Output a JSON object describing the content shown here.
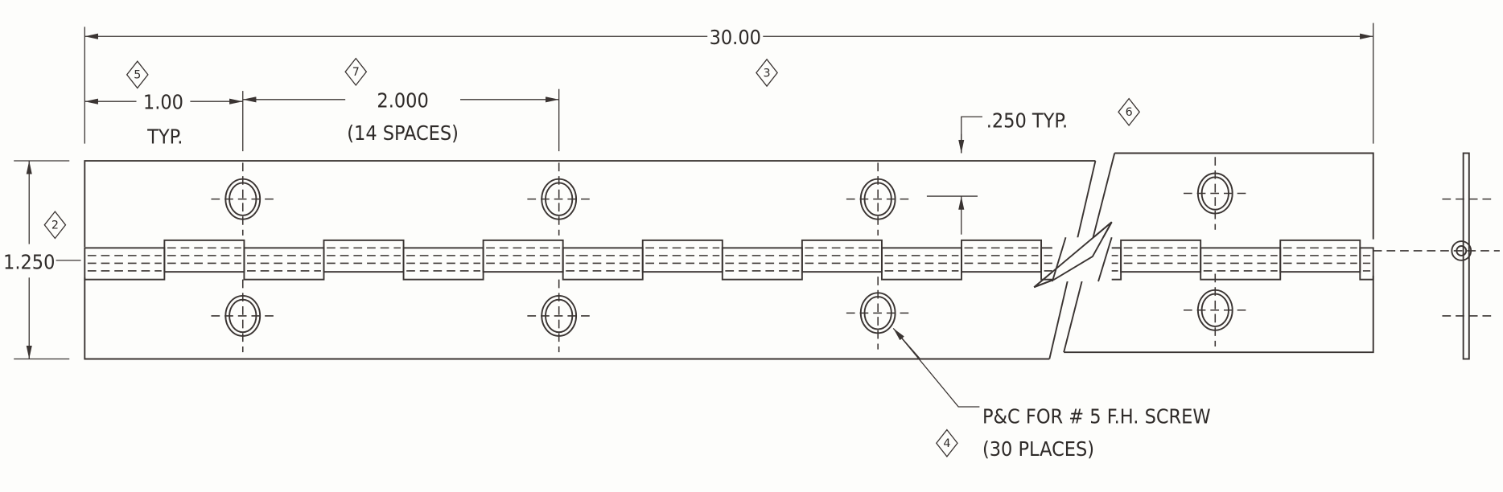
{
  "dimensions": {
    "overall_length": "30.00",
    "end_spacing": "1.00",
    "end_spacing_note": "TYP.",
    "hole_spacing": "2.000",
    "hole_spacing_note": "(14 SPACES)",
    "width": "1.250",
    "edge_distance": ".250 TYP."
  },
  "callout": {
    "line1": "P&C FOR # 5 F.H. SCREW",
    "line2": "(30 PLACES)"
  },
  "flag_notes": [
    "5",
    "7",
    "3",
    "6",
    "2",
    "4"
  ],
  "colors": {
    "ink": "#3a3432",
    "paper": "#fdfdfb"
  }
}
